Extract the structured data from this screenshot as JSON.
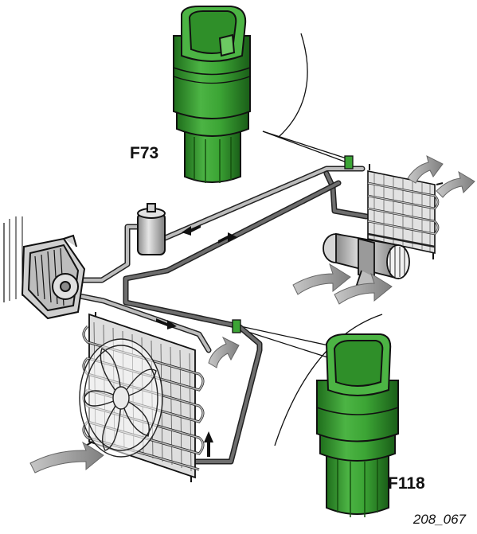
{
  "labels": {
    "sensor_top": "F73",
    "sensor_bottom": "F118",
    "figure_code": "208_067"
  },
  "colors": {
    "sensor_green": "#3ca535",
    "sensor_dark_green": "#1f6e1c",
    "outline": "#111111",
    "pipe_gray": "#8c8c8c",
    "component_gray": "#c9c9c9",
    "airflow_arrow": "#9a9a9a"
  }
}
